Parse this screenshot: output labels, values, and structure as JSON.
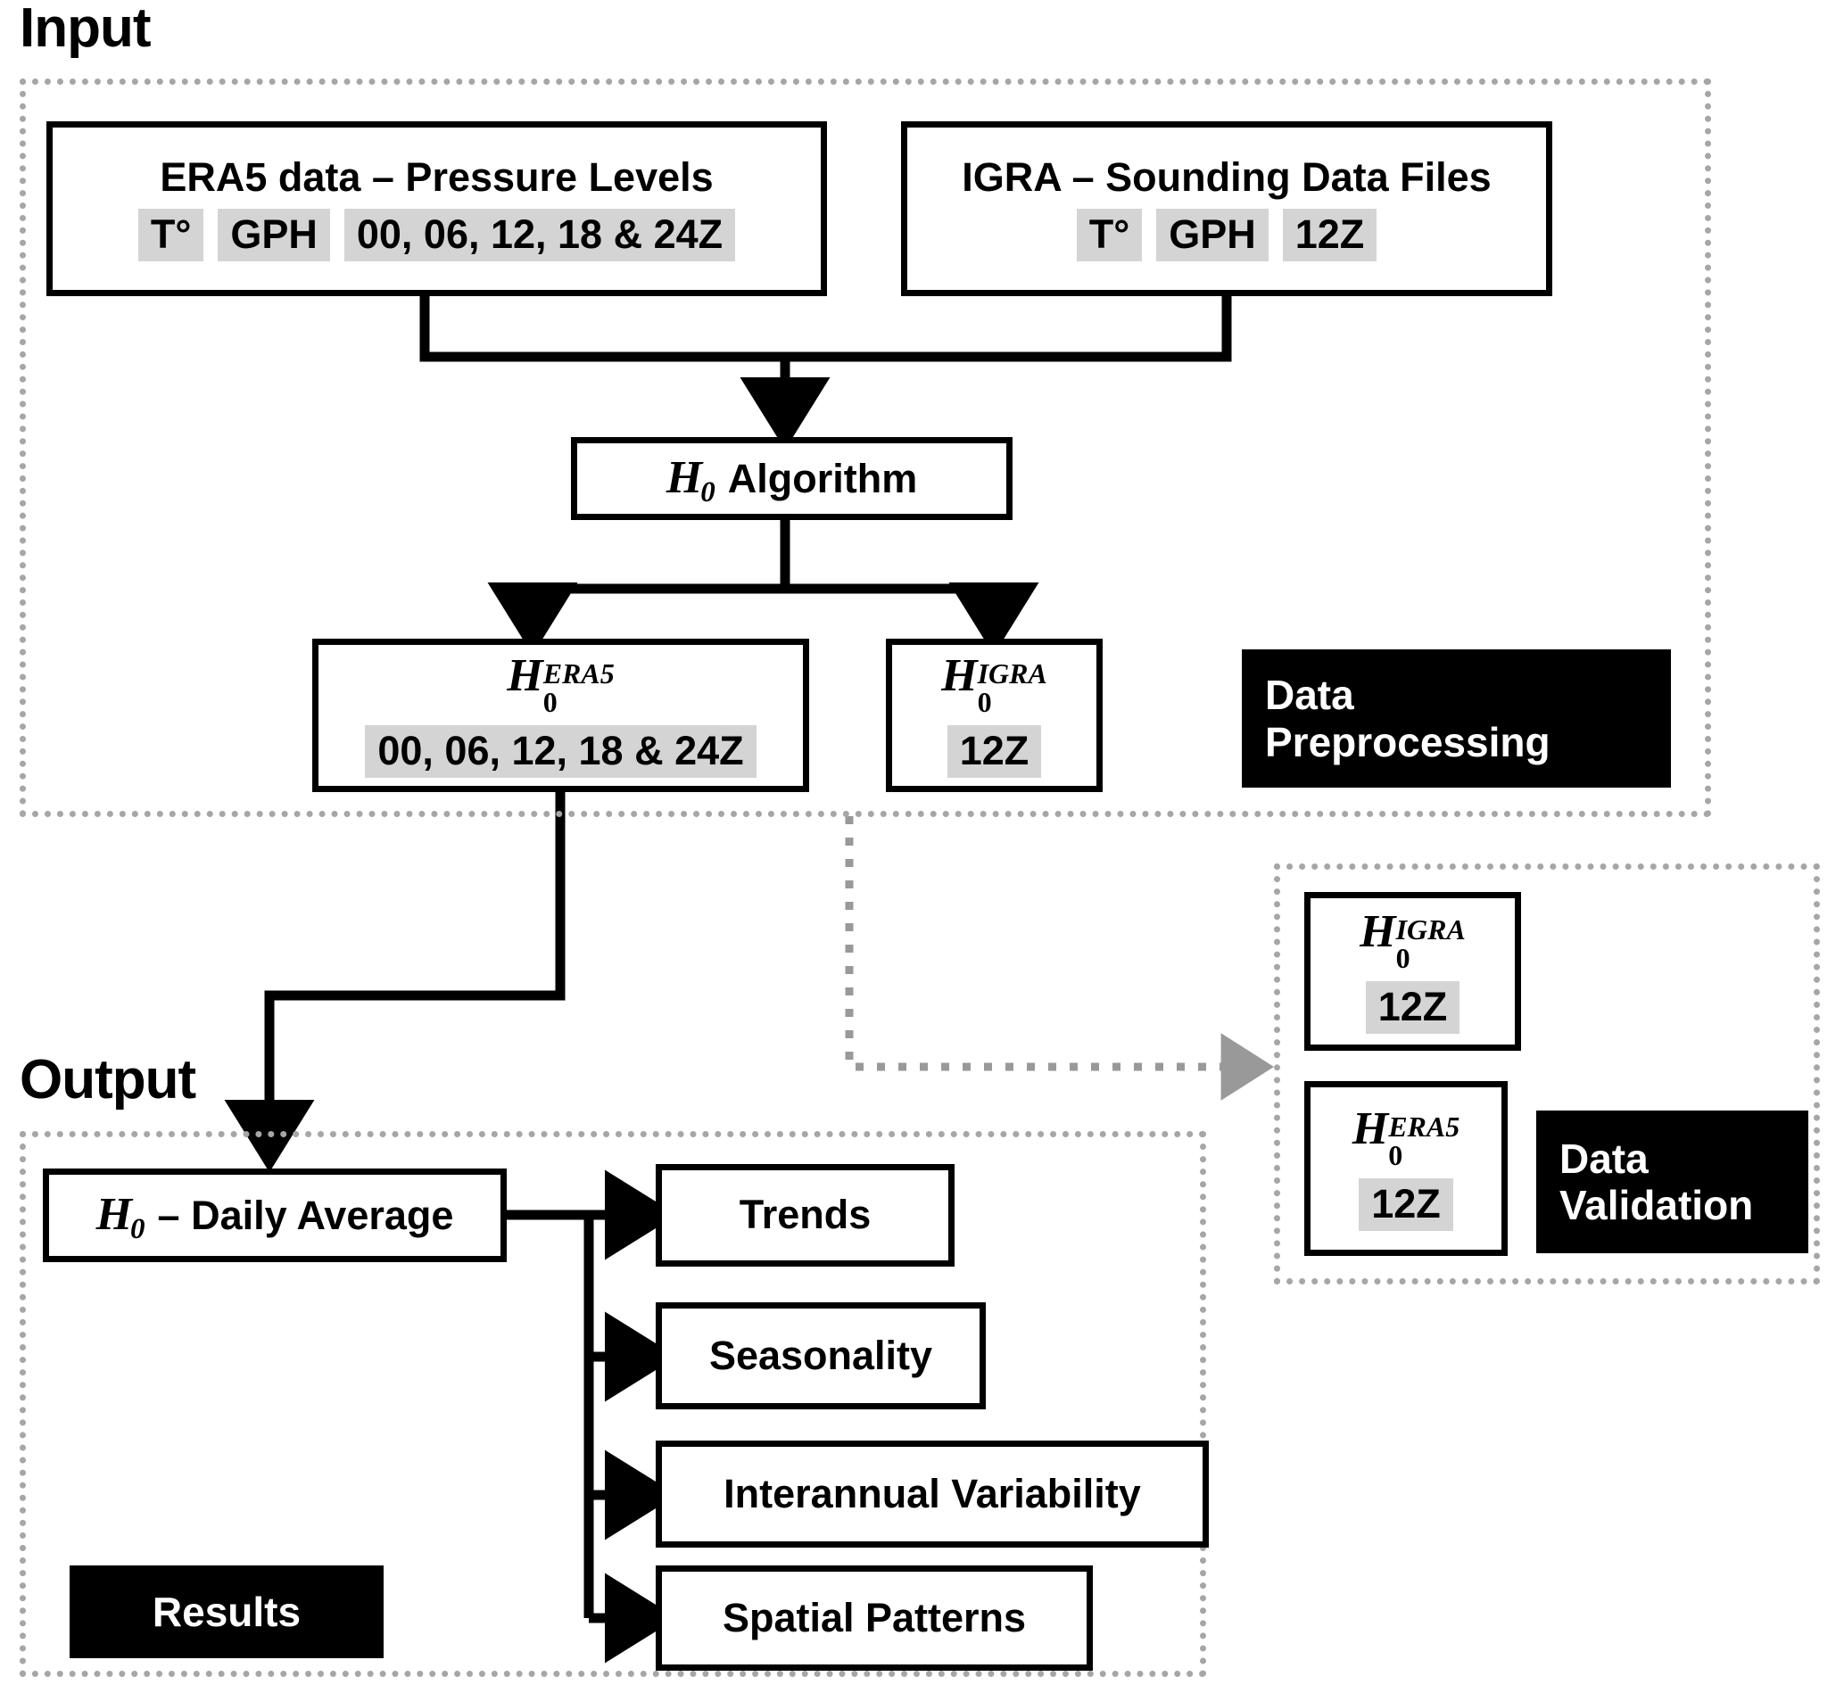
{
  "sections": {
    "input_title": "Input",
    "output_title": "Output"
  },
  "stage_labels": {
    "preprocessing_line1": "Data",
    "preprocessing_line2": "Preprocessing",
    "validation_line1": "Data",
    "validation_line2": "Validation",
    "results": "Results"
  },
  "input_sources": [
    {
      "id": "era5",
      "title": "ERA5 data – Pressure Levels",
      "chips": [
        "T°",
        "GPH",
        "00, 06, 12, 18 & 24Z"
      ]
    },
    {
      "id": "igra",
      "title": "IGRA – Sounding Data Files",
      "chips": [
        "T°",
        "GPH",
        "12Z"
      ]
    }
  ],
  "algorithm": {
    "symbol_base": "H",
    "symbol_sub": "0",
    "label": "Algorithm"
  },
  "preprocessed_outputs": [
    {
      "id": "h0-era5",
      "symbol_base": "H",
      "symbol_sup": "ERA5",
      "symbol_sub": "0",
      "chip": "00, 06, 12, 18 & 24Z"
    },
    {
      "id": "h0-igra",
      "symbol_base": "H",
      "symbol_sup": "IGRA",
      "symbol_sub": "0",
      "chip": "12Z"
    }
  ],
  "validation_items": [
    {
      "id": "val-igra",
      "symbol_base": "H",
      "symbol_sup": "IGRA",
      "symbol_sub": "0",
      "chip": "12Z"
    },
    {
      "id": "val-era5",
      "symbol_base": "H",
      "symbol_sup": "ERA5",
      "symbol_sub": "0",
      "chip": "12Z"
    }
  ],
  "daily_average": {
    "symbol_base": "H",
    "symbol_sub": "0",
    "label": "– Daily Average"
  },
  "results_items": [
    {
      "id": "trends",
      "label": "Trends"
    },
    {
      "id": "seasonality",
      "label": "Seasonality"
    },
    {
      "id": "interannual",
      "label": "Interannual Variability"
    },
    {
      "id": "spatial",
      "label": "Spatial Patterns"
    }
  ],
  "colors": {
    "stroke": "#000000",
    "panel_dash": "#a6a6a6",
    "chip_bg": "#d4d4d4",
    "black_box": "#000000",
    "text_on_black": "#ffffff",
    "background": "#ffffff"
  }
}
